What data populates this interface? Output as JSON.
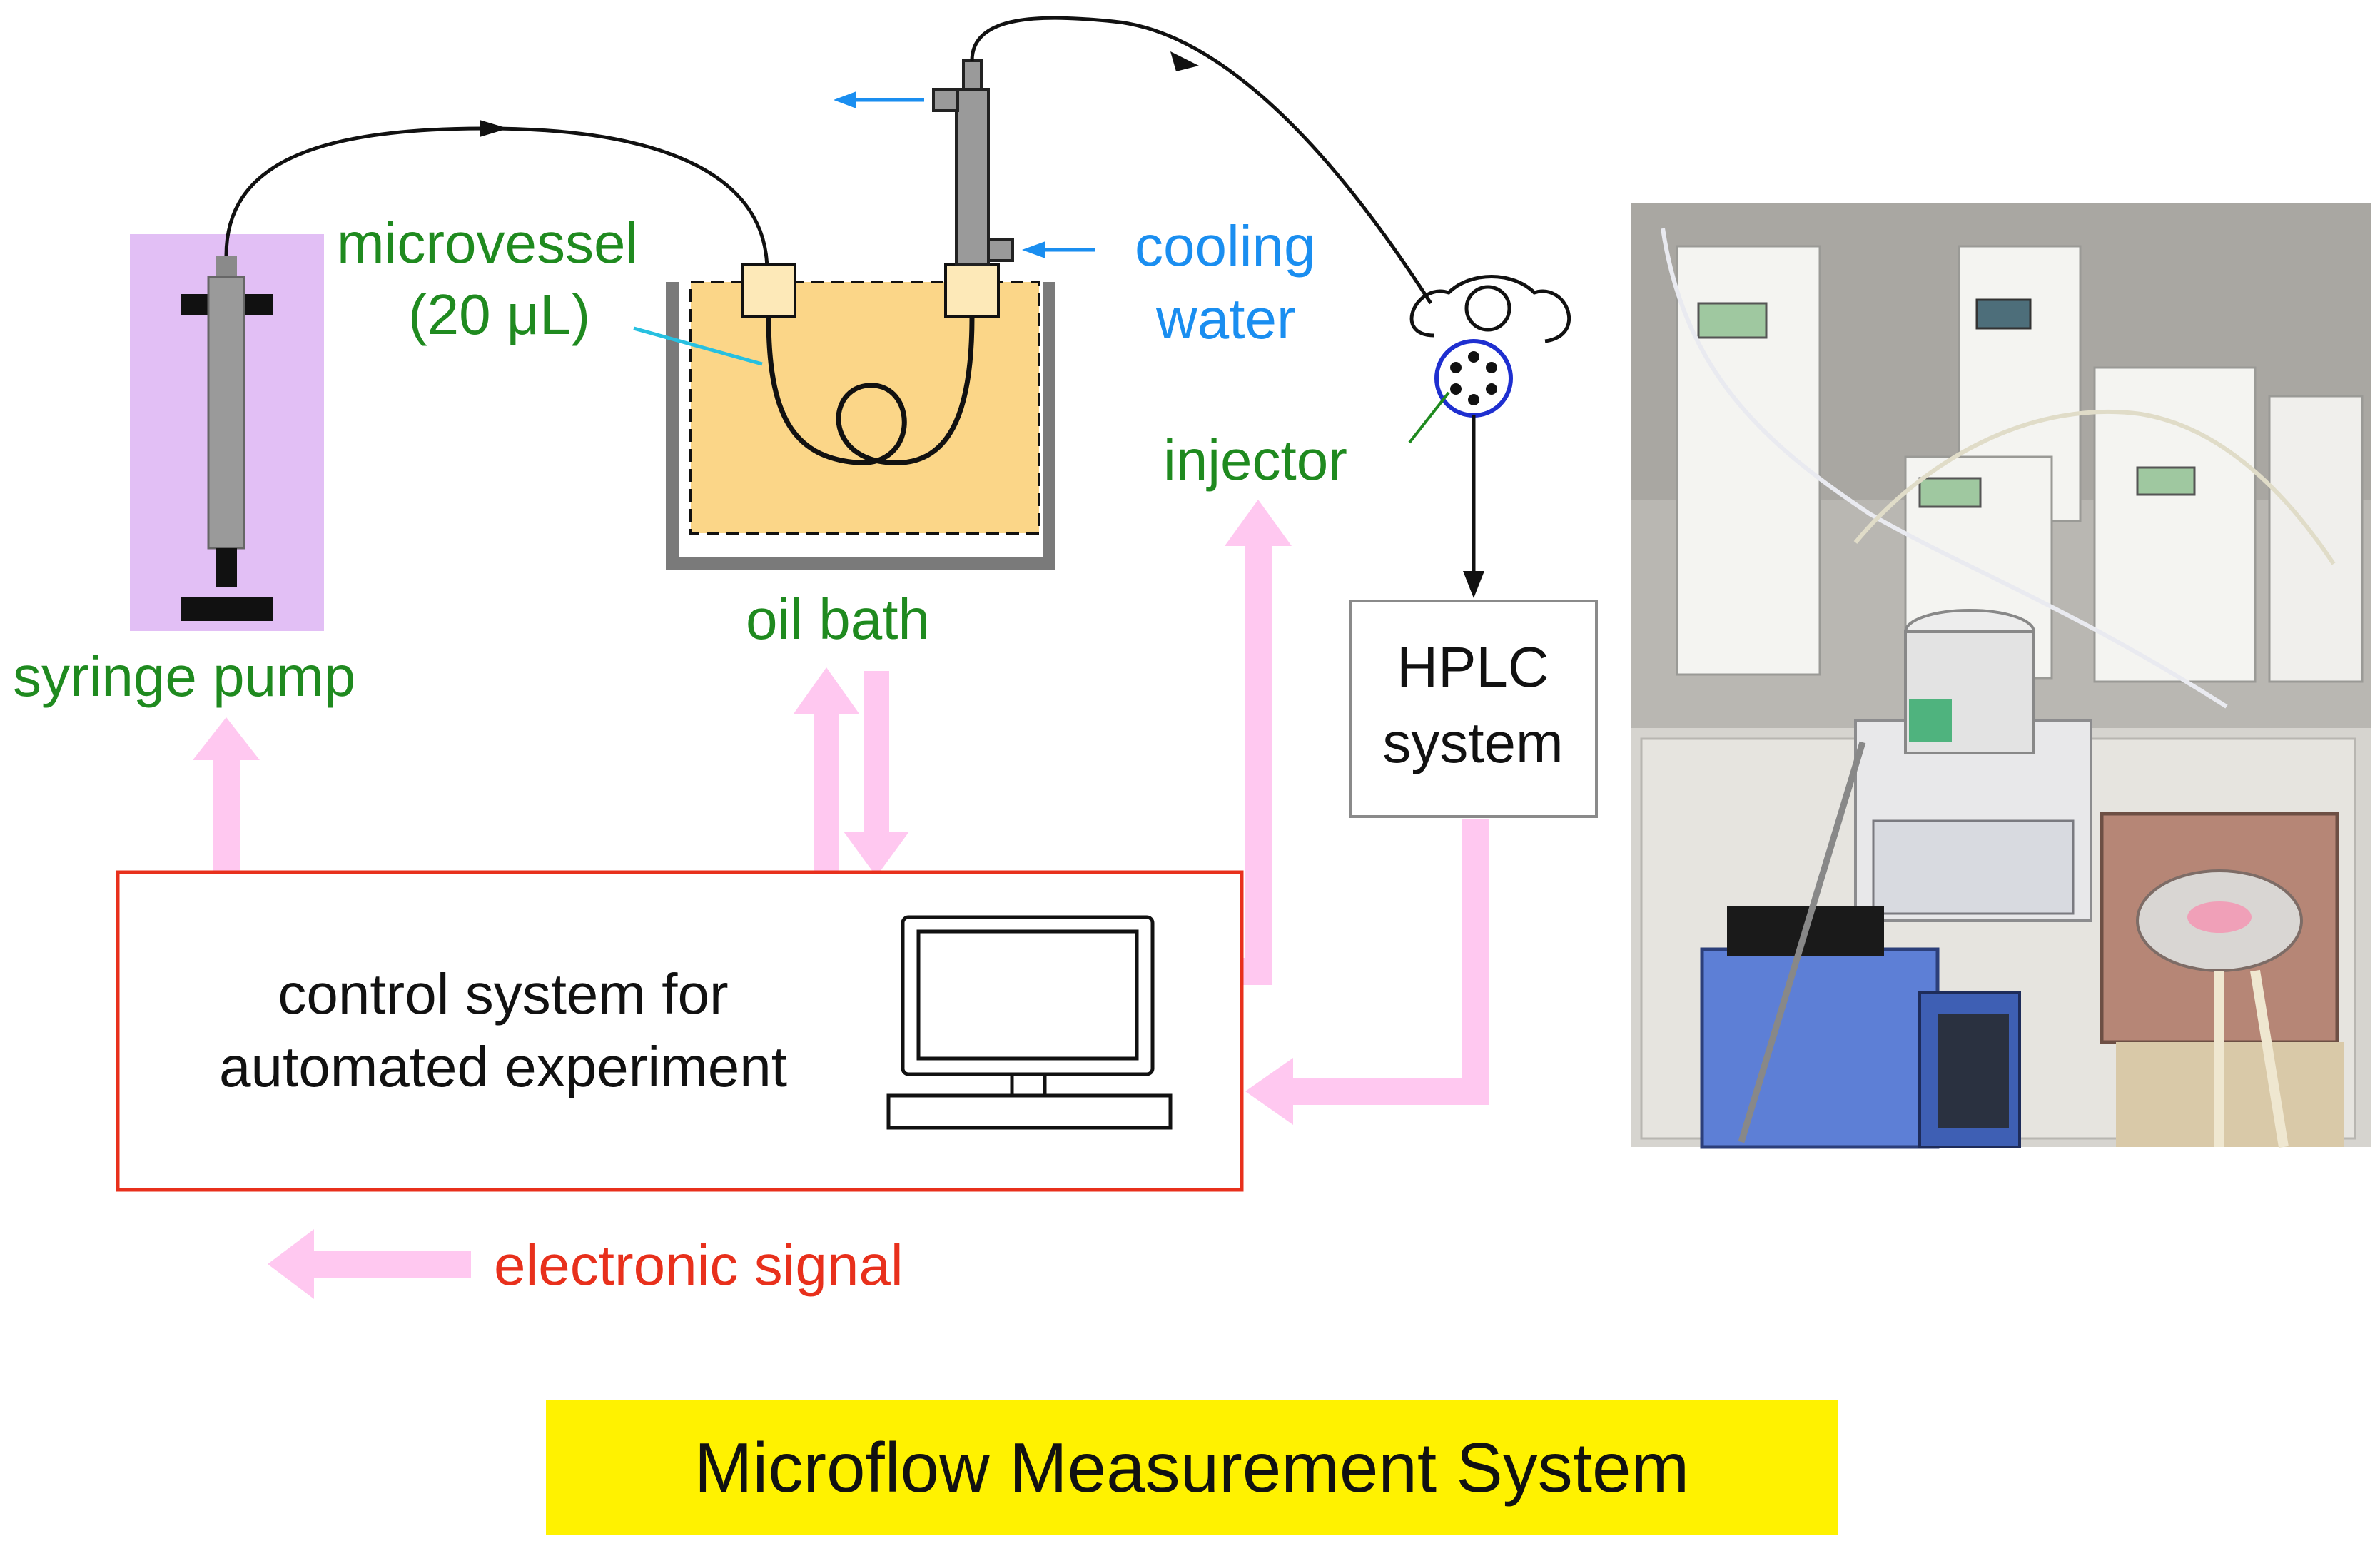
{
  "labels": {
    "microvessel_line1": "microvessel",
    "microvessel_line2": "(20 μL)",
    "cooling_line1": "cooling",
    "cooling_line2": "water",
    "injector": "injector",
    "syringe_pump": "syringe pump",
    "oil_bath": "oil bath",
    "hplc_line1": "HPLC",
    "hplc_line2": "system",
    "control_line1": "control system for",
    "control_line2": "automated experiment",
    "legend_signal": "electronic signal"
  },
  "title": "Microflow Measurement System",
  "colors": {
    "label_green": "#1f8a1f",
    "label_blue": "#1a8ef0",
    "label_red": "#e8301c",
    "signal_pink": "#ffc8f0",
    "syringe_bg": "#e2bff5",
    "oil_bath": "#fbd688",
    "title_bg": "#fff200",
    "control_border": "#e8301c"
  },
  "icons": {
    "computer": "desktop-computer-icon",
    "injector": "six-port-valve-icon",
    "syringe": "syringe-icon"
  }
}
